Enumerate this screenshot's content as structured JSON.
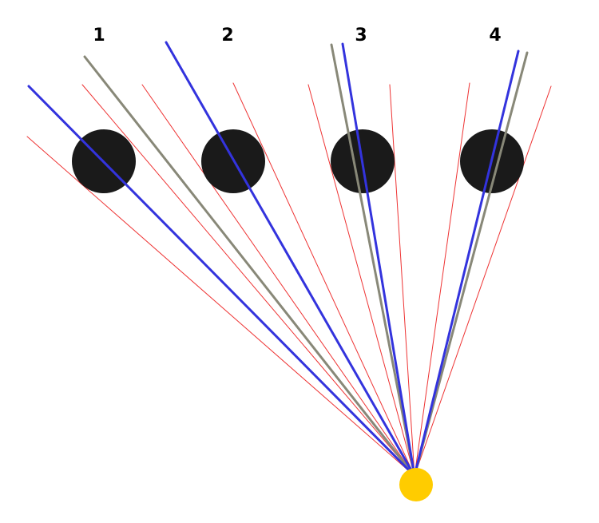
{
  "labels": [
    "1",
    "2",
    "3",
    "4"
  ],
  "colors": {
    "background": "#ffffff",
    "circle": "#1a1a1a",
    "source": "#ffcc00",
    "ray_thin": "#ee3333",
    "ray_blue": "#3333dd",
    "ray_gray": "#888878",
    "label": "#000000"
  }
}
